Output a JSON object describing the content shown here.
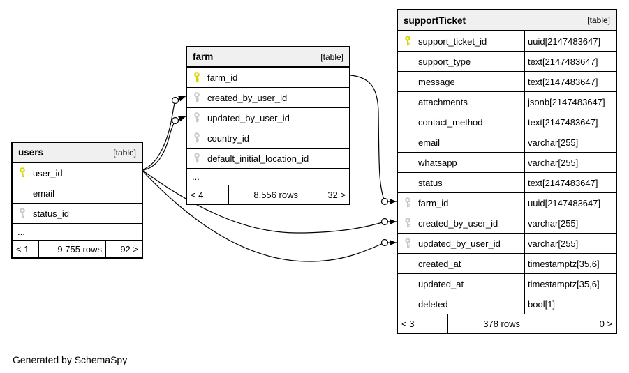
{
  "credit": "Generated by SchemaSpy",
  "colors": {
    "primary_key_icon": "#d6d600",
    "foreign_key_icon": "#c8c8c8",
    "header_bg": "#f0f0f0",
    "line": "#000000"
  },
  "tables": [
    {
      "name": "users",
      "badge": "[table]",
      "columns": [
        {
          "name": "user_id",
          "key": "primary"
        },
        {
          "name": "email",
          "key": "none"
        },
        {
          "name": "status_id",
          "key": "foreign"
        }
      ],
      "ellipsis": "...",
      "footer": {
        "left": "< 1",
        "center": "9,755 rows",
        "right": "92 >"
      }
    },
    {
      "name": "farm",
      "badge": "[table]",
      "columns": [
        {
          "name": "farm_id",
          "key": "primary"
        },
        {
          "name": "created_by_user_id",
          "key": "foreign"
        },
        {
          "name": "updated_by_user_id",
          "key": "foreign"
        },
        {
          "name": "country_id",
          "key": "foreign"
        },
        {
          "name": "default_initial_location_id",
          "key": "foreign"
        }
      ],
      "ellipsis": "...",
      "footer": {
        "left": "< 4",
        "center": "8,556 rows",
        "right": "32 >"
      }
    },
    {
      "name": "supportTicket",
      "badge": "[table]",
      "columns": [
        {
          "name": "support_ticket_id",
          "key": "primary",
          "type": "uuid[2147483647]"
        },
        {
          "name": "support_type",
          "key": "none",
          "type": "text[2147483647]"
        },
        {
          "name": "message",
          "key": "none",
          "type": "text[2147483647]"
        },
        {
          "name": "attachments",
          "key": "none",
          "type": "jsonb[2147483647]"
        },
        {
          "name": "contact_method",
          "key": "none",
          "type": "text[2147483647]"
        },
        {
          "name": "email",
          "key": "none",
          "type": "varchar[255]"
        },
        {
          "name": "whatsapp",
          "key": "none",
          "type": "varchar[255]"
        },
        {
          "name": "status",
          "key": "none",
          "type": "text[2147483647]"
        },
        {
          "name": "farm_id",
          "key": "foreign",
          "type": "uuid[2147483647]"
        },
        {
          "name": "created_by_user_id",
          "key": "foreign",
          "type": "varchar[255]"
        },
        {
          "name": "updated_by_user_id",
          "key": "foreign",
          "type": "varchar[255]"
        },
        {
          "name": "created_at",
          "key": "none",
          "type": "timestamptz[35,6]"
        },
        {
          "name": "updated_at",
          "key": "none",
          "type": "timestamptz[35,6]"
        },
        {
          "name": "deleted",
          "key": "none",
          "type": "bool[1]"
        }
      ],
      "footer": {
        "left": "< 3",
        "center": "378 rows",
        "right": "0 >"
      }
    }
  ],
  "relationships": [
    {
      "from": "users.user_id",
      "to": "farm.created_by_user_id"
    },
    {
      "from": "users.user_id",
      "to": "farm.updated_by_user_id"
    },
    {
      "from": "users.user_id",
      "to": "supportTicket.created_by_user_id"
    },
    {
      "from": "users.user_id",
      "to": "supportTicket.updated_by_user_id"
    },
    {
      "from": "farm.farm_id",
      "to": "supportTicket.farm_id"
    }
  ]
}
